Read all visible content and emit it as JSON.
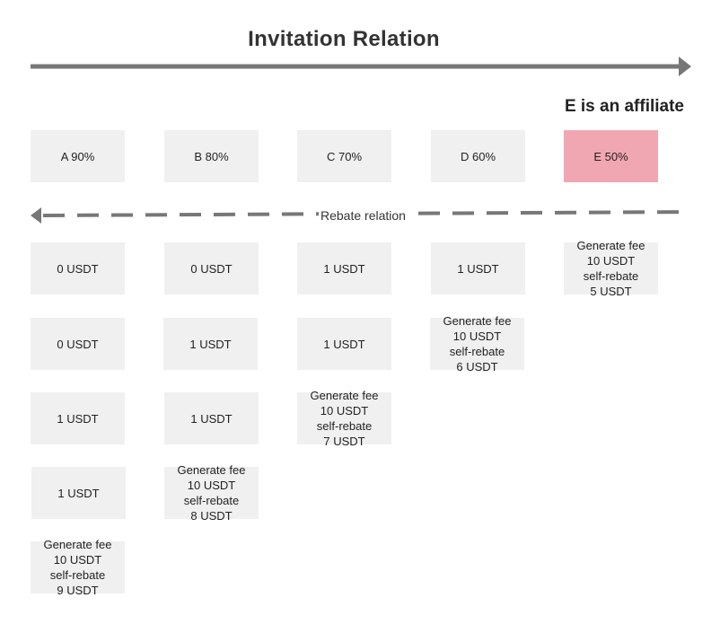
{
  "title": "Invitation Relation",
  "affiliate_note": "E is an affiliate",
  "rebate_label": "Rebate relation",
  "colors": {
    "affiliate": "#f1a7b1",
    "cell": "#f0f0f0",
    "arrow": "#777777"
  },
  "members": [
    {
      "label": "A 90%"
    },
    {
      "label": "B 80%"
    },
    {
      "label": "C 70%"
    },
    {
      "label": "D 60%"
    },
    {
      "label": "E 50%",
      "affiliate": true
    }
  ],
  "columns": [
    {
      "cells": [
        "0 USDT",
        "0 USDT",
        "1 USDT",
        "1 USDT"
      ],
      "fee": {
        "line1": "Generate fee",
        "line2": "10 USDT",
        "line3": "self-rebate",
        "line4": "9 USDT"
      }
    },
    {
      "cells": [
        "0 USDT",
        "1 USDT",
        "1 USDT"
      ],
      "fee": {
        "line1": "Generate fee",
        "line2": "10 USDT",
        "line3": "self-rebate",
        "line4": "8 USDT"
      }
    },
    {
      "cells": [
        "1 USDT",
        "1 USDT"
      ],
      "fee": {
        "line1": "Generate fee",
        "line2": "10 USDT",
        "line3": "self-rebate",
        "line4": "7 USDT"
      }
    },
    {
      "cells": [
        "1 USDT"
      ],
      "fee": {
        "line1": "Generate fee",
        "line2": "10 USDT",
        "line3": "self-rebate",
        "line4": "6 USDT"
      }
    },
    {
      "cells": [],
      "fee": {
        "line1": "Generate fee",
        "line2": "10 USDT",
        "line3": "self-rebate",
        "line4": "5 USDT"
      }
    }
  ]
}
